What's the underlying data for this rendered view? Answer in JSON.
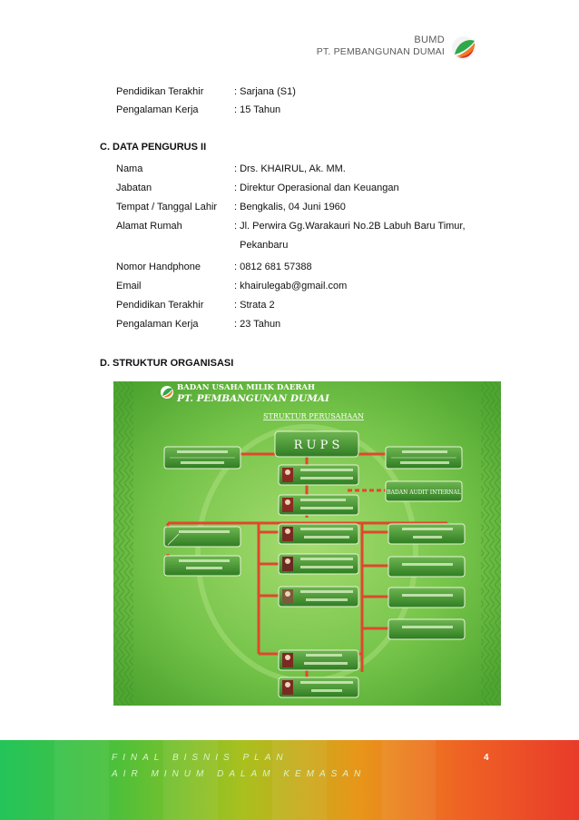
{
  "header": {
    "title": "BUMD",
    "subtitle": "PT. PEMBANGUNAN DUMAI",
    "logo_icon": "bumd-logo-icon"
  },
  "pengurus_i_tail": [
    {
      "label": "Pendidikan Terakhir",
      "value": ": Sarjana (S1)"
    },
    {
      "label": "Pengalaman Kerja",
      "value": ": 15 Tahun"
    }
  ],
  "section_c": {
    "heading": "C.   DATA PENGURUS II",
    "rows": [
      {
        "label": "Nama",
        "value": ": Drs. KHAIRUL, Ak. MM."
      },
      {
        "label": "Jabatan",
        "value": ": Direktur Operasional dan Keuangan"
      },
      {
        "label": "Tempat / Tanggal Lahir",
        "value": ": Bengkalis, 04 Juni 1960"
      },
      {
        "label": "Alamat Rumah",
        "value": ": Jl. Perwira Gg.Warakauri No.2B Labuh Baru Timur,"
      },
      {
        "label": "",
        "value": "  Pekanbaru"
      },
      {
        "label": "Nomor Handphone",
        "value": ": 0812 681 57388"
      },
      {
        "label": "Email",
        "value": ": khairulegab@gmail.com"
      },
      {
        "label": "Pendidikan Terakhir",
        "value": ": Strata 2"
      },
      {
        "label": "Pengalaman Kerja",
        "value": ": 23 Tahun"
      }
    ]
  },
  "section_d": {
    "heading": "D.   STRUKTUR ORGANISASI"
  },
  "org_chart": {
    "company_line1": "BADAN USAHA MILIK DAERAH",
    "company_line2": "PT. PEMBANGUNAN DUMAI",
    "banner": "STRUKTUR PERUSAHAAN",
    "rups": "R U P S",
    "badan_audit": "BADAN AUDIT INTERNAL",
    "colors": {
      "bg": "#74c44a",
      "box": "#3f8f2c",
      "line": "#e0472e"
    }
  },
  "footer": {
    "line1": "FINAL BISNIS PLAN",
    "line2": "AIR MINUM DALAM KEMASAN",
    "page_number": "4"
  }
}
